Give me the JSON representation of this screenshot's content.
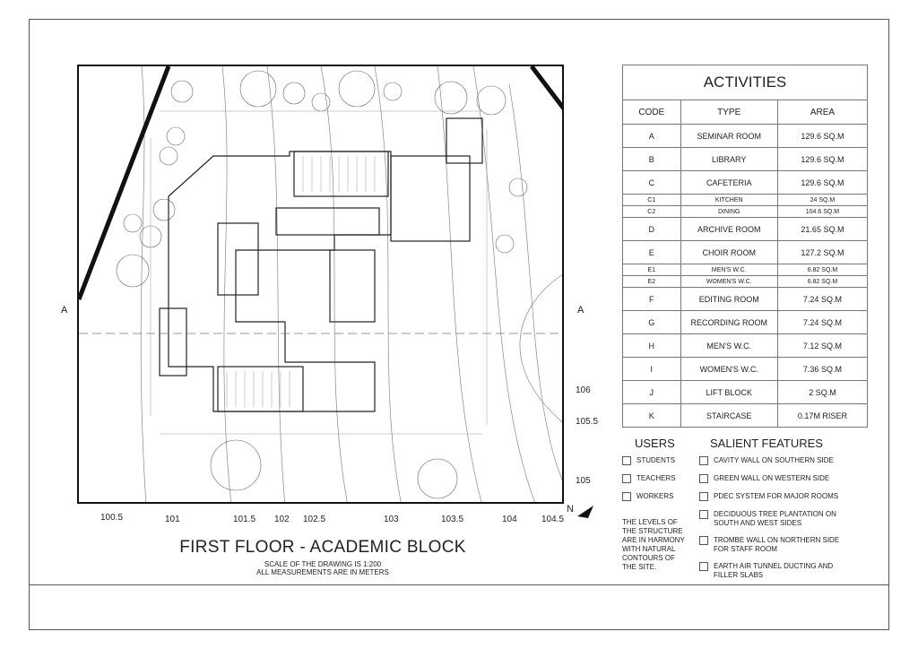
{
  "drawing": {
    "title": "FIRST FLOOR - ACADEMIC BLOCK",
    "scale_note": "SCALE OF THE DRAWING IS 1:200",
    "units_note": "ALL MEASUREMENTS ARE IN METERS",
    "section_marker": "A",
    "north_label": "N",
    "contour_labels": [
      "100.5",
      "101",
      "101.5",
      "102",
      "102.5",
      "103",
      "103.5",
      "104",
      "104.5",
      "105",
      "105.5",
      "106"
    ]
  },
  "activities": {
    "heading": "ACTIVITIES",
    "columns": [
      "CODE",
      "TYPE",
      "AREA"
    ],
    "rows": [
      {
        "code": "A",
        "type": "SEMINAR ROOM",
        "area": "129.6 SQ.M"
      },
      {
        "code": "B",
        "type": "LIBRARY",
        "area": "129.6 SQ.M"
      },
      {
        "code": "C",
        "type": "CAFETERIA",
        "area": "129.6 SQ.M"
      },
      {
        "code": "C1",
        "type": "KITCHEN",
        "area": "24 SQ.M"
      },
      {
        "code": "C2",
        "type": "DINING",
        "area": "104.6 SQ.M"
      },
      {
        "code": "D",
        "type": "ARCHIVE ROOM",
        "area": "21.65 SQ.M"
      },
      {
        "code": "E",
        "type": "CHOIR ROOM",
        "area": "127.2 SQ.M"
      },
      {
        "code": "E1",
        "type": "MEN'S W.C.",
        "area": "6.82 SQ.M"
      },
      {
        "code": "E2",
        "type": "WOMEN'S W.C.",
        "area": "6.82 SQ.M"
      },
      {
        "code": "F",
        "type": "EDITING ROOM",
        "area": "7.24 SQ.M"
      },
      {
        "code": "G",
        "type": "RECORDING ROOM",
        "area": "7.24 SQ.M"
      },
      {
        "code": "H",
        "type": "MEN'S W.C.",
        "area": "7.12 SQ.M"
      },
      {
        "code": "I",
        "type": "WOMEN'S W.C.",
        "area": "7.36 SQ.M"
      },
      {
        "code": "J",
        "type": "LIFT BLOCK",
        "area": "2 SQ.M"
      },
      {
        "code": "K",
        "type": "STAIRCASE",
        "area": "0.17M RISER"
      }
    ]
  },
  "users": {
    "heading": "USERS",
    "items": [
      "STUDENTS",
      "TEACHERS",
      "WORKERS"
    ]
  },
  "salient": {
    "heading": "SALIENT FEATURES",
    "items": [
      "CAVITY WALL ON SOUTHERN SIDE",
      "GREEN WALL ON WESTERN SIDE",
      "PDEC SYSTEM FOR MAJOR ROOMS",
      "DECIDUOUS TREE PLANTATION ON SOUTH AND WEST SIDES",
      "TROMBE WALL ON NORTHERN SIDE FOR STAFF ROOM",
      "EARTH AIR TUNNEL DUCTING AND FILLER SLABS"
    ]
  },
  "note": "THE LEVELS OF THE STRUCTURE ARE IN HARMONY WITH NATURAL CONTOURS OF THE SITE."
}
